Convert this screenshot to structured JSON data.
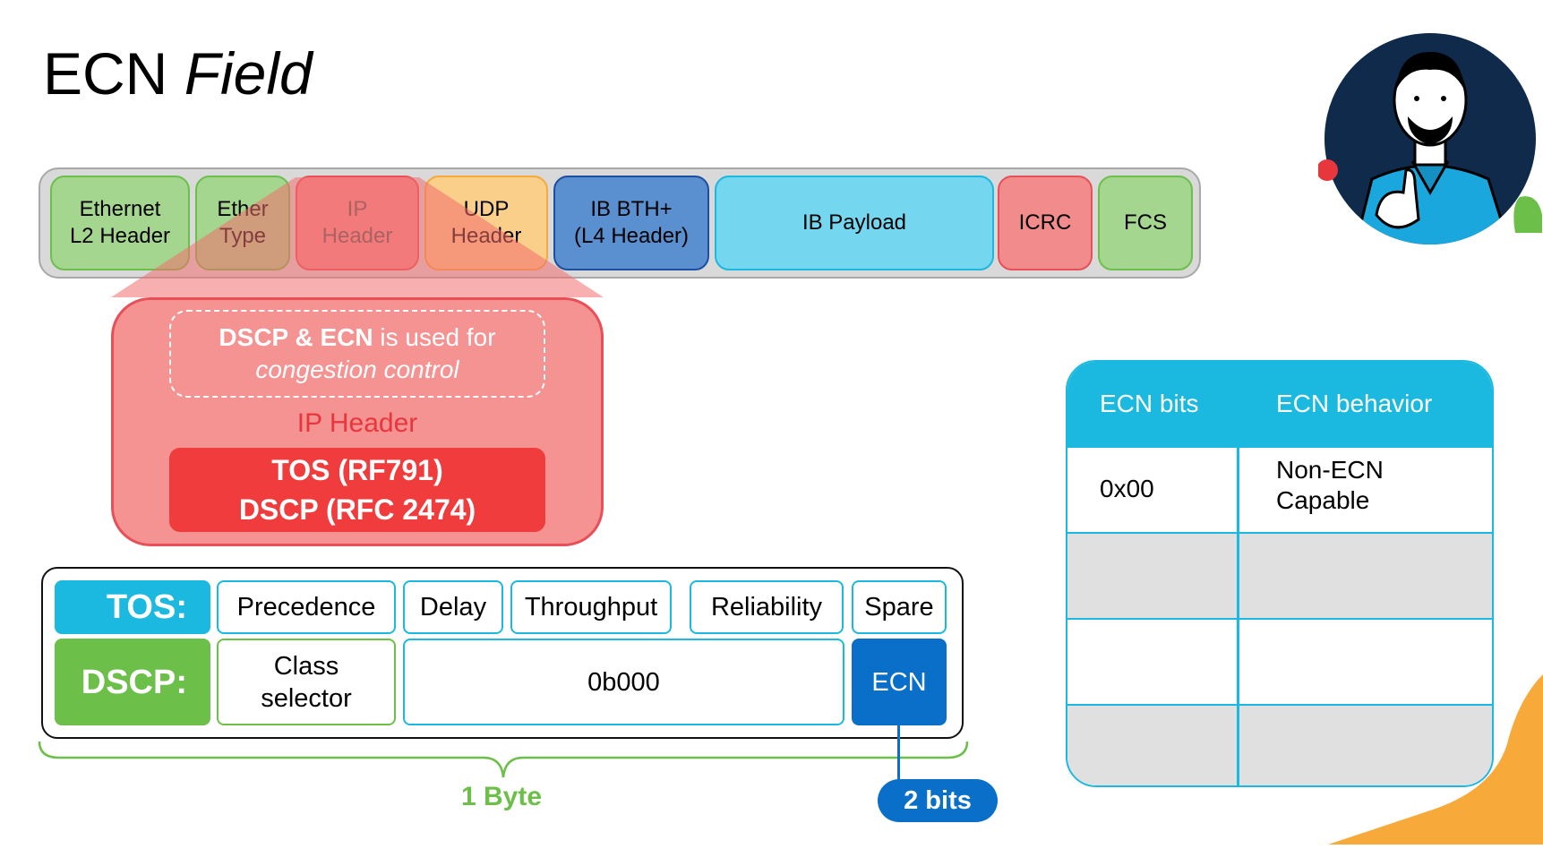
{
  "title": {
    "main": "ECN",
    "italic": "Field"
  },
  "packet_segments": [
    {
      "id": "ethernet",
      "label": "Ethernet\nL2 Header",
      "bg": "#a5d68f",
      "border": "#6cc04a"
    },
    {
      "id": "ethertype",
      "label": "Ether\nType",
      "bg": "#a5d68f",
      "border": "#6cc04a"
    },
    {
      "id": "ip",
      "label": "IP\nHeader",
      "bg": "#f28b8b",
      "border": "#e84f56"
    },
    {
      "id": "udp",
      "label": "UDP\nHeader",
      "bg": "#f9cf8a",
      "border": "#f7a93a"
    },
    {
      "id": "bth",
      "label": "IB BTH+\n(L4 Header)",
      "bg": "#5a8fd0",
      "border": "#1d4fa0"
    },
    {
      "id": "payload",
      "label": "IB Payload",
      "bg": "#75d6f0",
      "border": "#1bb8e0"
    },
    {
      "id": "icrc",
      "label": "ICRC",
      "bg": "#f28b8b",
      "border": "#e84f56"
    },
    {
      "id": "fcs",
      "label": "FCS",
      "bg": "#a5d68f",
      "border": "#6cc04a"
    }
  ],
  "ip_callout": {
    "note_bold": "DSCP & ECN",
    "note_rest": " is used for",
    "note_italic": "congestion control",
    "label": "IP Header",
    "line1": "TOS (RF791)",
    "line2": "DSCP (RFC 2474)"
  },
  "field": {
    "tos_label": "TOS:",
    "dscp_label": "DSCP:",
    "tos_cells": [
      "Precedence",
      "Delay",
      "Throughput",
      "Reliability",
      "Spare"
    ],
    "dscp_class": "Class\nselector",
    "dscp_value": "0b000",
    "dscp_ecn": "ECN",
    "byte_label": "1 Byte",
    "bits_label": "2 bits"
  },
  "ecn_table": {
    "headers": [
      "ECN bits",
      "ECN behavior"
    ],
    "rows": [
      [
        "0x00",
        "Non-ECN\nCapable"
      ],
      [
        "",
        ""
      ],
      [
        "",
        ""
      ],
      [
        "",
        ""
      ]
    ]
  },
  "colors": {
    "tos_label_bg": "#1bb8e0",
    "dscp_label_bg": "#6cc04a",
    "green_border": "#6cc04a",
    "ecn_blue": "#0a6fc9",
    "grey_row": "#e0e0e0",
    "orange": "#f7a93a"
  }
}
